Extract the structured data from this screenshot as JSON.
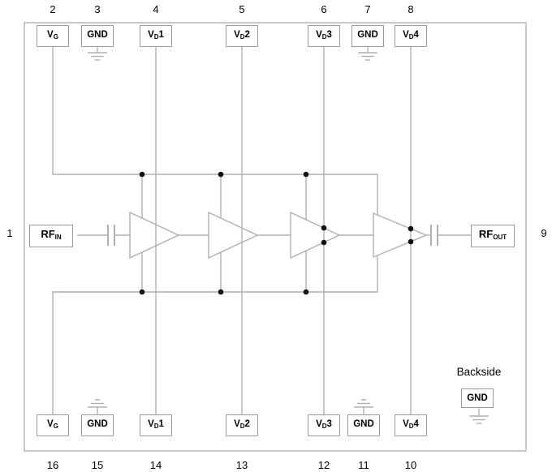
{
  "colors": {
    "line": "#b0b0b0",
    "box_border": "#9c9c9c",
    "text": "#000000",
    "dot": "#111111"
  },
  "pins": {
    "left": {
      "number": "1",
      "main": "RF",
      "sub": "IN",
      "suffix": ""
    },
    "right": {
      "number": "9",
      "main": "RF",
      "sub": "OUT",
      "suffix": ""
    },
    "top": [
      {
        "number": "2",
        "main": "V",
        "sub": "G",
        "suffix": ""
      },
      {
        "number": "3",
        "main": "GND",
        "sub": "",
        "suffix": ""
      },
      {
        "number": "4",
        "main": "V",
        "sub": "D",
        "suffix": "1"
      },
      {
        "number": "5",
        "main": "V",
        "sub": "D",
        "suffix": "2"
      },
      {
        "number": "6",
        "main": "V",
        "sub": "D",
        "suffix": "3"
      },
      {
        "number": "7",
        "main": "GND",
        "sub": "",
        "suffix": ""
      },
      {
        "number": "8",
        "main": "V",
        "sub": "D",
        "suffix": "4"
      }
    ],
    "bottom": [
      {
        "number": "16",
        "main": "V",
        "sub": "G",
        "suffix": ""
      },
      {
        "number": "15",
        "main": "GND",
        "sub": "",
        "suffix": ""
      },
      {
        "number": "14",
        "main": "V",
        "sub": "D",
        "suffix": "1"
      },
      {
        "number": "13",
        "main": "V",
        "sub": "D",
        "suffix": "2"
      },
      {
        "number": "12",
        "main": "V",
        "sub": "D",
        "suffix": "3"
      },
      {
        "number": "11",
        "main": "GND",
        "sub": "",
        "suffix": ""
      },
      {
        "number": "10",
        "main": "V",
        "sub": "D",
        "suffix": "4"
      }
    ],
    "backside": {
      "caption": "Backside",
      "main": "GND",
      "sub": "",
      "suffix": ""
    }
  },
  "schematic": {
    "amplifier_stages": 4,
    "coupling_capacitors": 2
  }
}
